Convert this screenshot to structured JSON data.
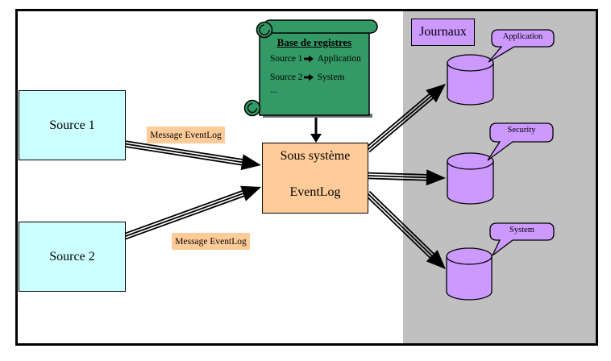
{
  "colors": {
    "panel": "#C0C0C0",
    "source_box": "#CCFFFF",
    "subsystem_box": "#FFCC99",
    "message_label": "#FFCC99",
    "registry_scroll": "#339966",
    "journal_purple": "#CC99FF"
  },
  "sources": [
    {
      "label": "Source 1"
    },
    {
      "label": "Source 2"
    }
  ],
  "messages": [
    {
      "label": "Message EventLog"
    },
    {
      "label": "Message EventLog"
    }
  ],
  "subsystem": {
    "line1": "Sous système",
    "line2": "EventLog"
  },
  "registry": {
    "title": "Base de registres",
    "entries": [
      {
        "source": "Source 1",
        "target": "Application"
      },
      {
        "source": "Source 2",
        "target": "System"
      }
    ],
    "ellipsis": "..."
  },
  "journals": {
    "title": "Journaux",
    "logs": [
      {
        "name": "Application"
      },
      {
        "name": "Security"
      },
      {
        "name": "System"
      }
    ]
  }
}
